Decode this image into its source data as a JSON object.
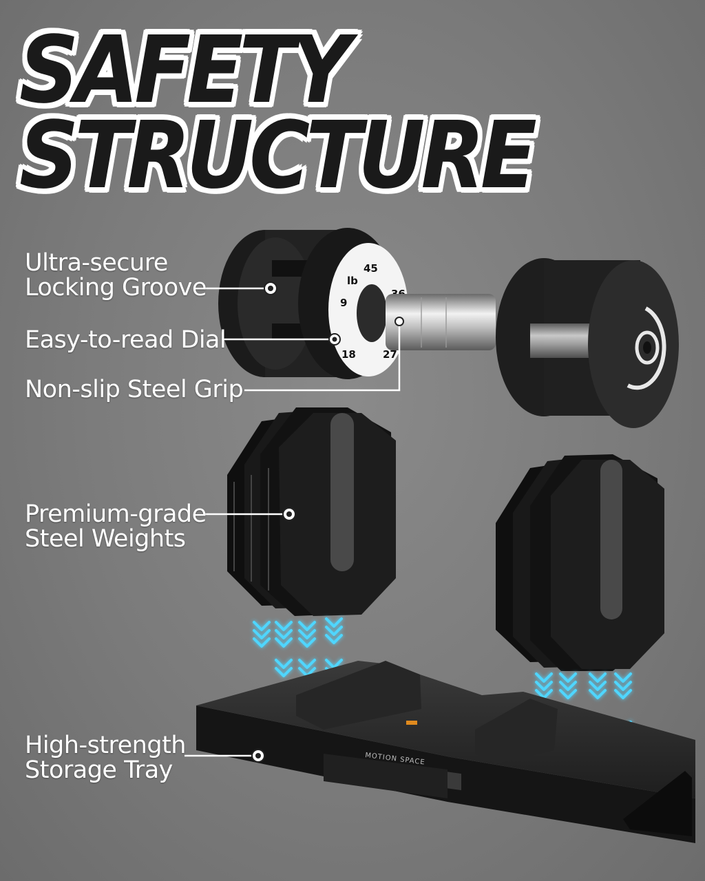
{
  "title": {
    "line1": "SAFETY",
    "line2": "STRUCTURE"
  },
  "callouts": {
    "locking_groove": {
      "line1": "Ultra-secure",
      "line2": "Locking Groove"
    },
    "dial": {
      "line1": "Easy-to-read Dial"
    },
    "grip": {
      "line1": "Non-slip Steel Grip"
    },
    "weights": {
      "line1": "Premium-grade",
      "line2": "Steel Weights"
    },
    "tray": {
      "line1": "High-strength",
      "line2": "Storage Tray"
    }
  },
  "dial_markings": [
    "lb",
    "45",
    "9",
    "18",
    "27",
    "36"
  ],
  "tray_brand": "MOTION SPACE",
  "colors": {
    "background": "#7b7b7b",
    "product": "#1c1c1c",
    "arrow_glow": "#4fd6ff",
    "callout_line": "#ffffff"
  }
}
